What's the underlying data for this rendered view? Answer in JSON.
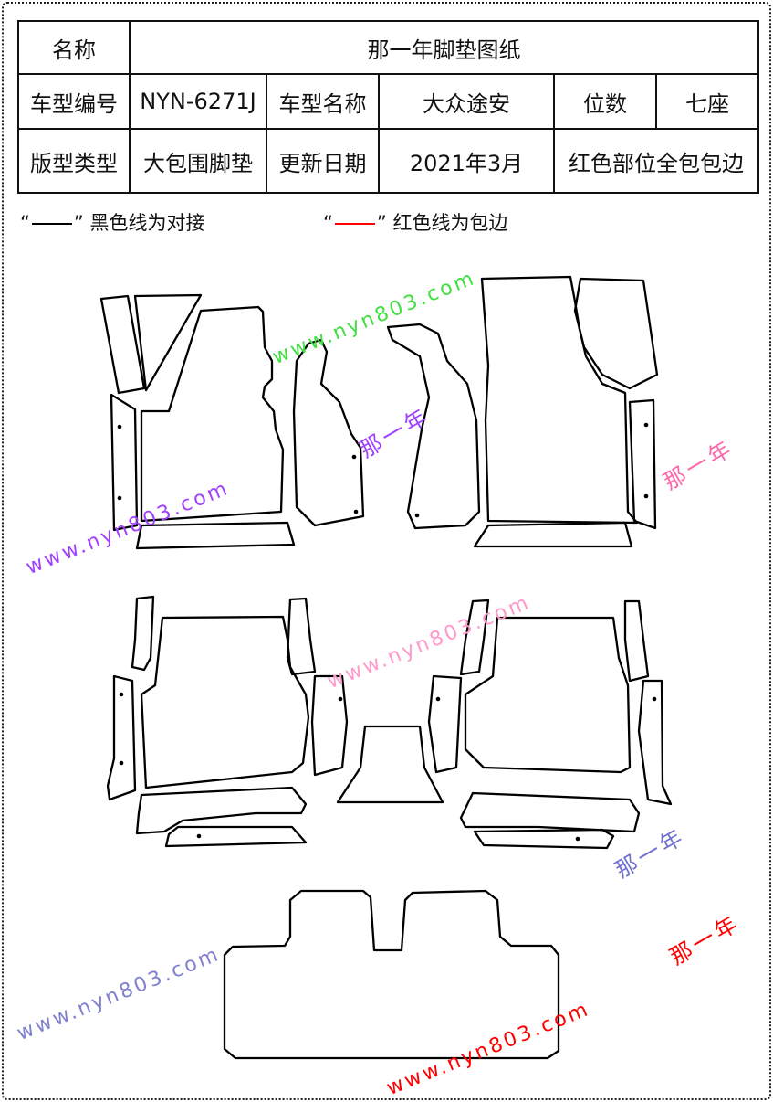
{
  "table": {
    "name_label": "名称",
    "name_value": "那一年脚垫图纸",
    "model_code_label": "车型编号",
    "model_code_value": "NYN-6271J",
    "model_name_label": "车型名称",
    "model_name_value": "大众途安",
    "seats_label": "位数",
    "seats_value": "七座",
    "type_label": "版型类型",
    "type_value": "大包围脚垫",
    "date_label": "更新日期",
    "date_value": "2021年3月",
    "note_value": "红色部位全包包边"
  },
  "legend": {
    "black_open": "“",
    "black_close": "”",
    "black_text": "黑色线为对接",
    "red_open": "“",
    "red_close": "”",
    "red_text": "红色线为包边",
    "black_color": "#000000",
    "red_color": "#ff0000"
  },
  "watermarks": {
    "url": "www.nyn803.com",
    "brand": "那一年"
  }
}
